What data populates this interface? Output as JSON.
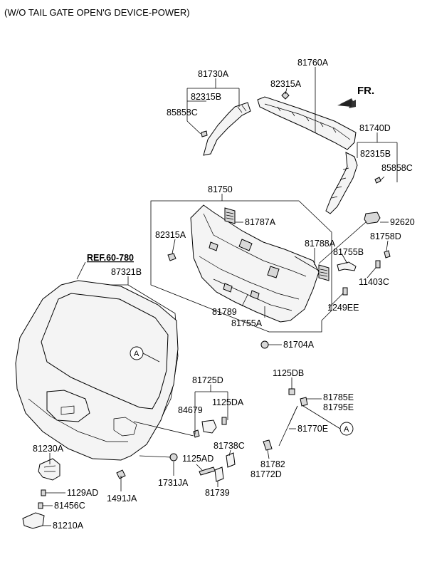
{
  "title": "(W/O TAIL GATE OPEN'G DEVICE-POWER)",
  "direction_label": "FR.",
  "ref_label": "REF.60-780",
  "callout_letter": "A",
  "labels": {
    "p81760A": "81760A",
    "p82315A_top": "82315A",
    "p81730A": "81730A",
    "p82315B_left": "82315B",
    "p85858C_left": "85858C",
    "p81740D": "81740D",
    "p82315B_right": "82315B",
    "p85858C_right": "85858C",
    "p81750": "81750",
    "p92620": "92620",
    "p81787A": "81787A",
    "p82315A_mid": "82315A",
    "p81758D": "81758D",
    "p81788A": "81788A",
    "p81755B": "81755B",
    "p11403C": "11403C",
    "p87321B": "87321B",
    "p1249EE": "1249EE",
    "p81789": "81789",
    "p81755A": "81755A",
    "p81704A": "81704A",
    "p1125DB": "1125DB",
    "p81725D": "81725D",
    "p84679": "84679",
    "p1125DA": "1125DA",
    "p81785E": "81785E",
    "p81795E": "81795E",
    "p81770E": "81770E",
    "p81230A": "81230A",
    "p81738C": "81738C",
    "p1125AD": "1125AD",
    "p81782": "81782",
    "p81772D": "81772D",
    "p1731JA": "1731JA",
    "p1129AD": "1129AD",
    "p81739": "81739",
    "p1491JA": "1491JA",
    "p81456C": "81456C",
    "p81210A": "81210A"
  }
}
